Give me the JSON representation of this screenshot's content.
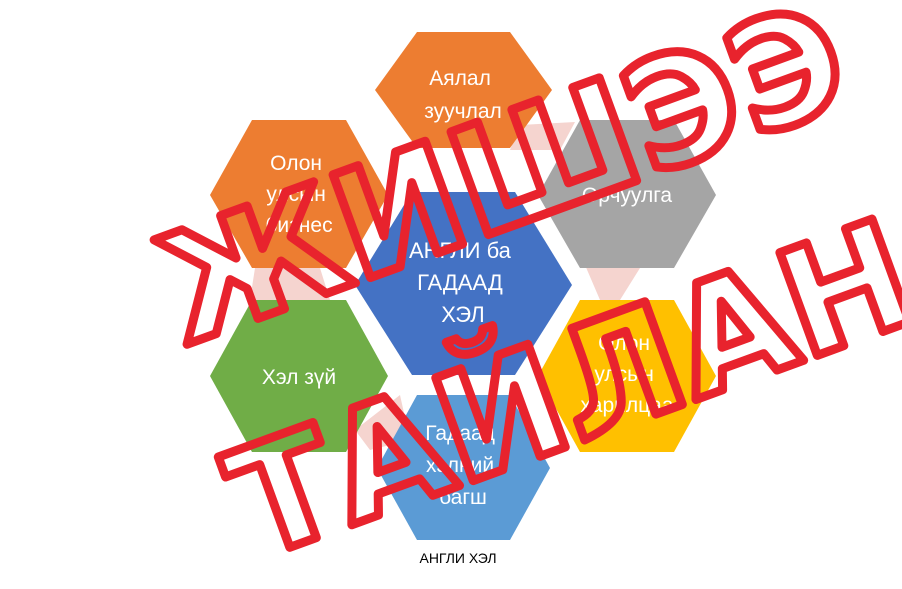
{
  "diagram": {
    "center": {
      "lines": [
        "АНГЛИ ба",
        "ГАДААД",
        "ХЭЛ"
      ],
      "color": "#4472c4"
    },
    "nodes": [
      {
        "id": "travel",
        "lines": [
          "Аялал",
          "зуучлал"
        ],
        "color": "#ed7d31"
      },
      {
        "id": "business",
        "lines": [
          "Олон",
          "улсын",
          "бизнес"
        ],
        "color": "#ed7d31"
      },
      {
        "id": "translation",
        "lines": [
          "Орчуулга"
        ],
        "color": "#a5a5a5"
      },
      {
        "id": "linguistics",
        "lines": [
          "Хэл зүй"
        ],
        "color": "#70ad47"
      },
      {
        "id": "relations",
        "lines": [
          "Олон",
          "улсын",
          "харилцаа"
        ],
        "color": "#ffc000"
      },
      {
        "id": "teacher",
        "lines": [
          "Гадаад",
          "хэлний",
          "багш"
        ],
        "color": "#5b9bd5"
      }
    ],
    "connector_color": "#f5d4cf",
    "caption": "АНГЛИ ХЭЛ"
  },
  "watermark": {
    "line1": "ЖИШЭЭ",
    "line2": "ТАЙЛАН",
    "color": "#e8232d"
  }
}
